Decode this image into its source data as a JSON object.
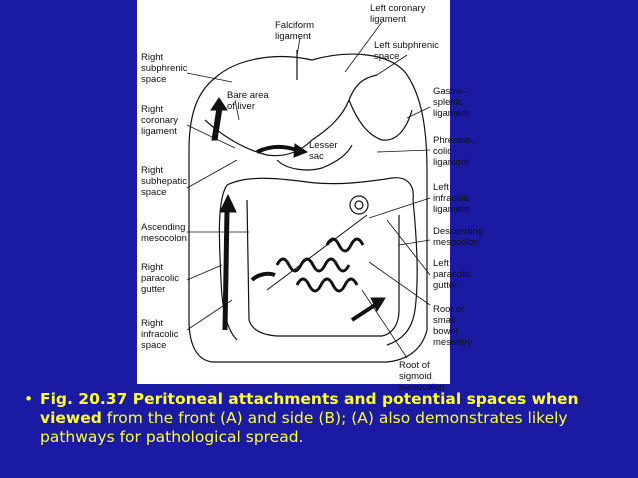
{
  "labels": {
    "left_coronary_ligament": "Left coronary\nligament",
    "falciform_ligament": "Falciform\nligament",
    "left_subphrenic_space": "Left subphrenic\nspace",
    "right_subphrenic_space": "Right\nsubphrenic\nspace",
    "bare_area_of_liver": "Bare area\nof liver",
    "gastrosplenic_ligament": "Gastro–\nsplenic\nligament",
    "right_coronary_ligament": "Right\ncoronary\nligament",
    "phrenicocolic_ligament": "Phrenico–\ncolic\nligament",
    "lesser_sac": "Lesser\nsac",
    "right_subhepatic_space": "Right\nsubhepatic\nspace",
    "left_infracolic_ligament": "Left\ninfracolic\nligament",
    "ascending_mesocolon": "Ascending\nmesocolon",
    "descending_mesocolon": "Descending\nmesocolon",
    "right_paracolic_gutter": "Right\nparacolic\ngutter",
    "left_paracolic_gutter": "Left\nparacolic\ngutter",
    "root_of_small_bowel_mesentry": "Root of\nsmall bowel\nmesentry",
    "right_infracolic_space": "Right\ninfracolic\nspace",
    "root_of_sigmoid_mesocolon": "Root of sigmoid\nmesocolon"
  },
  "caption": {
    "bold_text": "Fig. 20.37 Peritoneal attachments and potential spaces when viewed",
    "normal_text": " from the front (A) and side (B); (A) also demonstrates likely pathways for pathological spread."
  },
  "colors": {
    "background": "#1a1aa3",
    "caption_text": "#ffff33",
    "figure_background": "#ffffff",
    "line": "#111111"
  },
  "icons": [
    "bullet-icon",
    "arrow-icon"
  ]
}
